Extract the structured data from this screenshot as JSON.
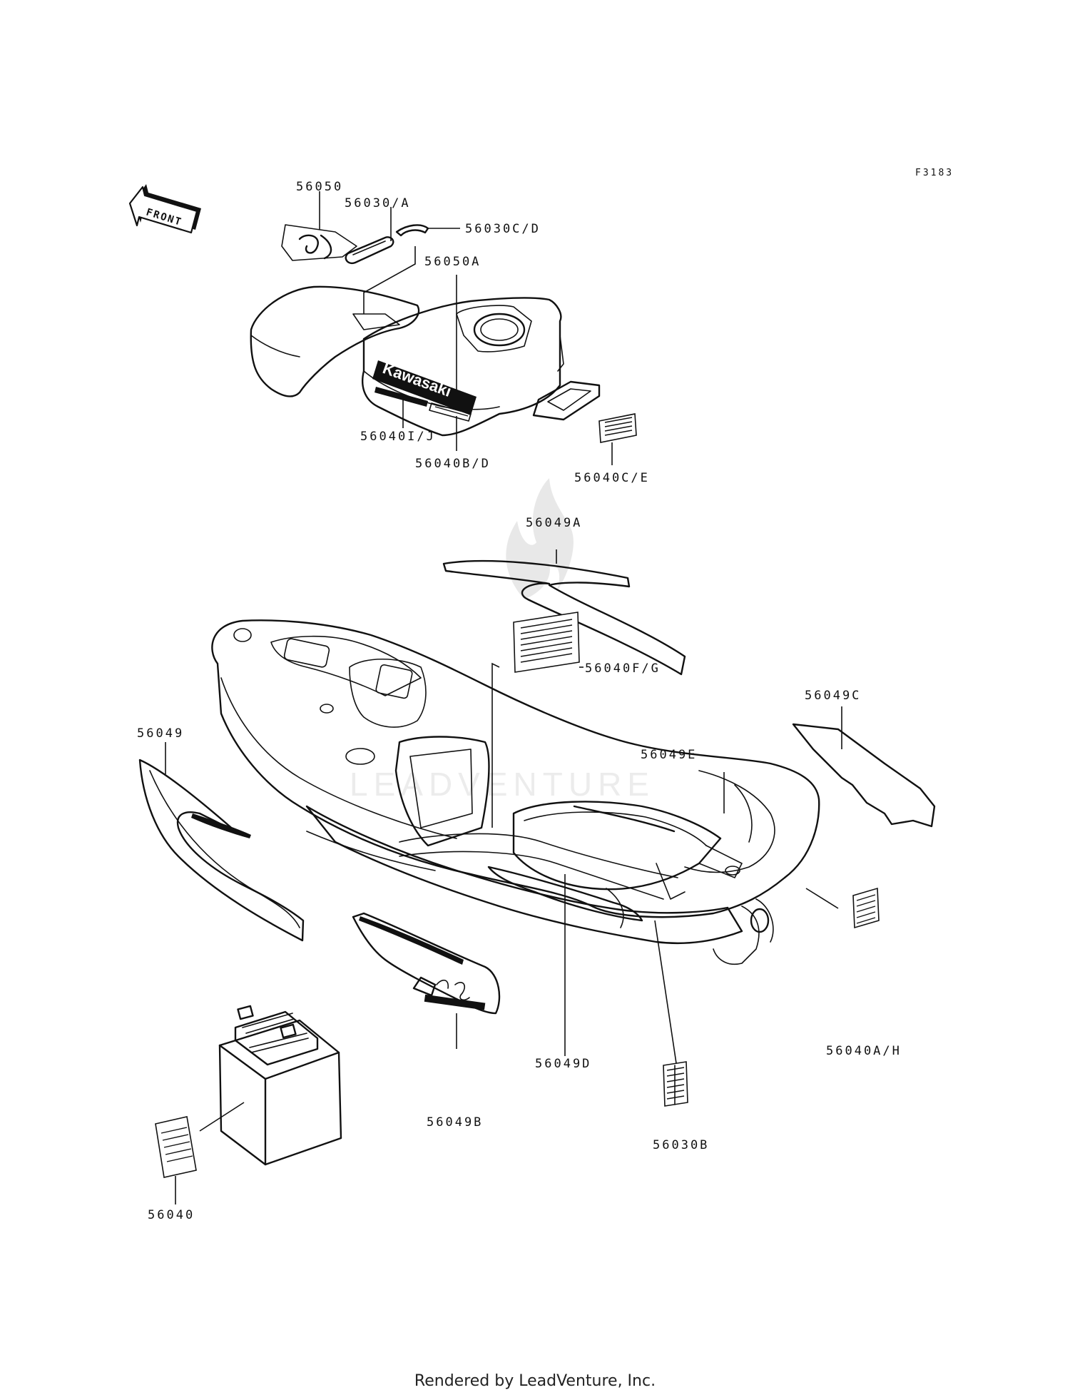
{
  "figure_code": "F3183",
  "direction_label": "FRONT",
  "watermark": "LEADVENTURE",
  "footer": "Rendered by LeadVenture, Inc.",
  "hood_brand": "Kawasaki",
  "part_labels": {
    "p56050": "56050",
    "p56030A": "56030/A",
    "p56030CD": "56030C/D",
    "p56050A": "56050A",
    "p56040IJ": "56040I/J",
    "p56040BD": "56040B/D",
    "p56040CE": "56040C/E",
    "p56049A": "56049A",
    "p56040FG": "56040F/G",
    "p56049C": "56049C",
    "p56049": "56049",
    "p56049E": "56049E",
    "p56040AH": "56040A/H",
    "p56049D": "56049D",
    "p56049B": "56049B",
    "p56030B": "56030B",
    "p56040": "56040"
  }
}
